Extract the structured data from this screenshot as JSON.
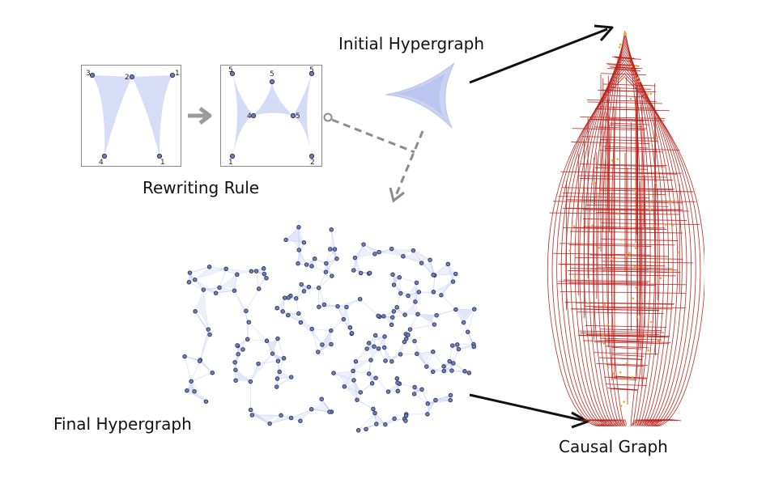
{
  "labels": {
    "rewriting_rule": "Rewriting Rule",
    "initial_hypergraph": "Initial Hypergraph",
    "final_hypergraph": "Final Hypergraph",
    "causal_graph": "Causal Graph"
  },
  "rule": {
    "lhs_vertex_labels": [
      "3",
      "2",
      "1",
      "4",
      "1"
    ],
    "rhs_vertex_labels": [
      "5",
      "5",
      "5",
      "4",
      "5",
      "1",
      "2"
    ]
  },
  "colors": {
    "hyperedge_fill": "#c9d2f3",
    "vertex_fill": "#6f7fb5",
    "vertex_stroke": "#2b3566",
    "causal_edge": "#b8201a",
    "causal_node": "#f5a623",
    "arrow": "#111111",
    "dashed_arrow": "#8c8c8c"
  }
}
